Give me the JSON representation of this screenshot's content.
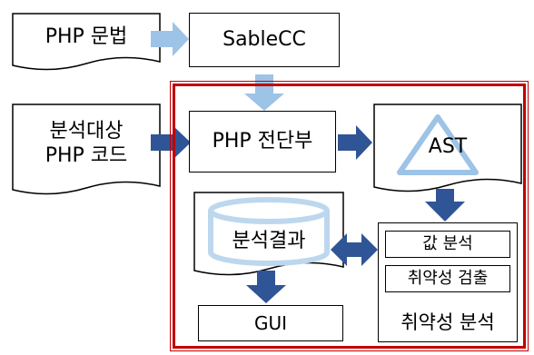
{
  "nodes": {
    "php_grammar": "PHP 문법",
    "sablecc": "SableCC",
    "target_code": "분석대상\nPHP 코드",
    "php_frontend": "PHP 전단부",
    "ast": "AST",
    "analysis_result": "분석결과",
    "value_analysis": "값 분석",
    "vuln_detection": "취약성 검출",
    "vuln_analysis": "취약성 분석",
    "gui": "GUI"
  },
  "colors": {
    "light_arrow": "#9dc3e6",
    "dark_arrow": "#2f5597",
    "frame": "#c00000",
    "triangle": "#9dc3e6",
    "cylinder": "#bdd7ee"
  }
}
